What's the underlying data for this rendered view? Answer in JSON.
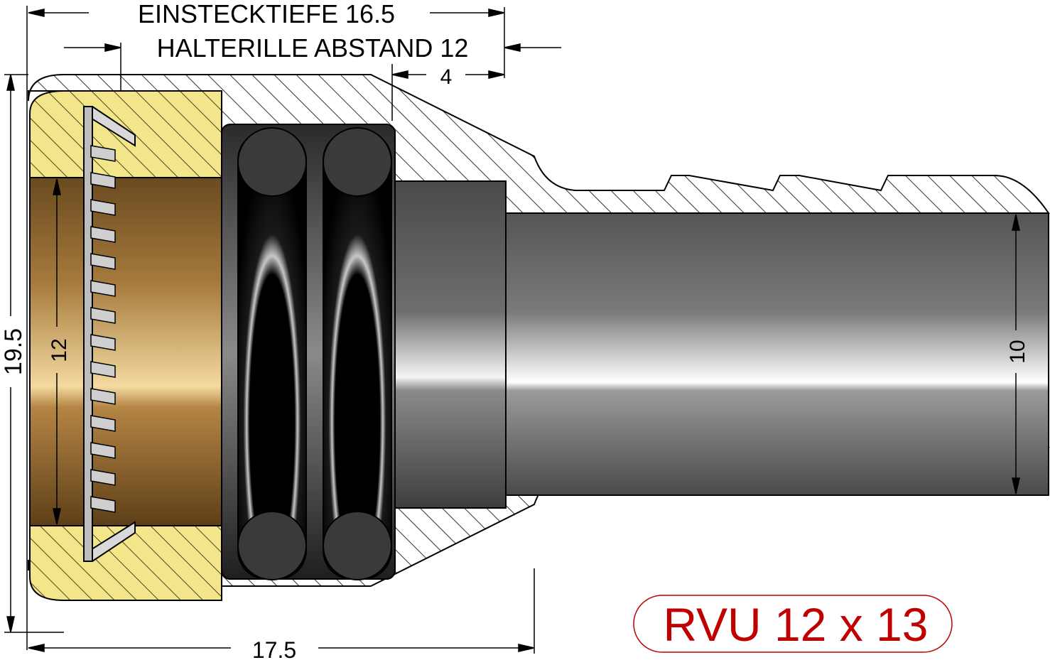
{
  "dimensions": {
    "insertion_depth": "EINSTECKTIEFE 16.5",
    "groove_distance": "HALTERILLE ABSTAND 12",
    "collar_length": "4",
    "outer_diameter": "19.5",
    "pipe_diameter": "12",
    "bore_diameter": "10",
    "overall_length": "17.5"
  },
  "product": {
    "name": "RVU 12 x 13"
  },
  "colors": {
    "dimension_lines": "#000000",
    "hatch": "#333333",
    "brass": "#f2e27a",
    "seal": "#1a1a1a",
    "steel": "#8a8a8a",
    "badge_text": "#c00000",
    "badge_border": "#c00000"
  }
}
